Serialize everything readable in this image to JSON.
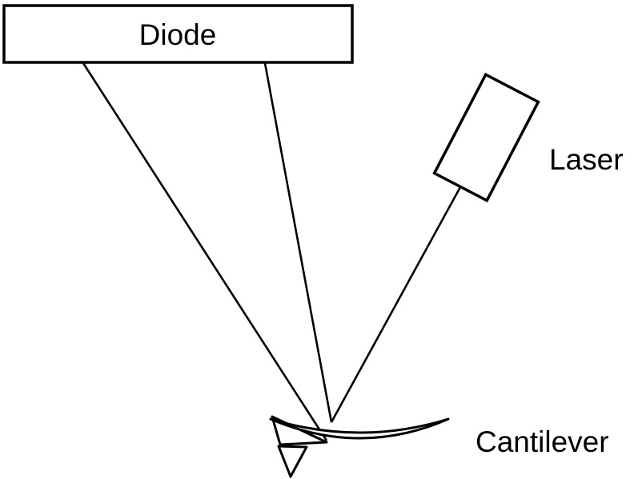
{
  "diagram": {
    "description": "AFM optical lever detection schematic",
    "labels": {
      "diode": "Diode",
      "laser": "Laser",
      "cantilever": "Cantilever"
    },
    "colors": {
      "stroke": "#000000",
      "fill": "#ffffff",
      "background": "#ffffff"
    }
  }
}
